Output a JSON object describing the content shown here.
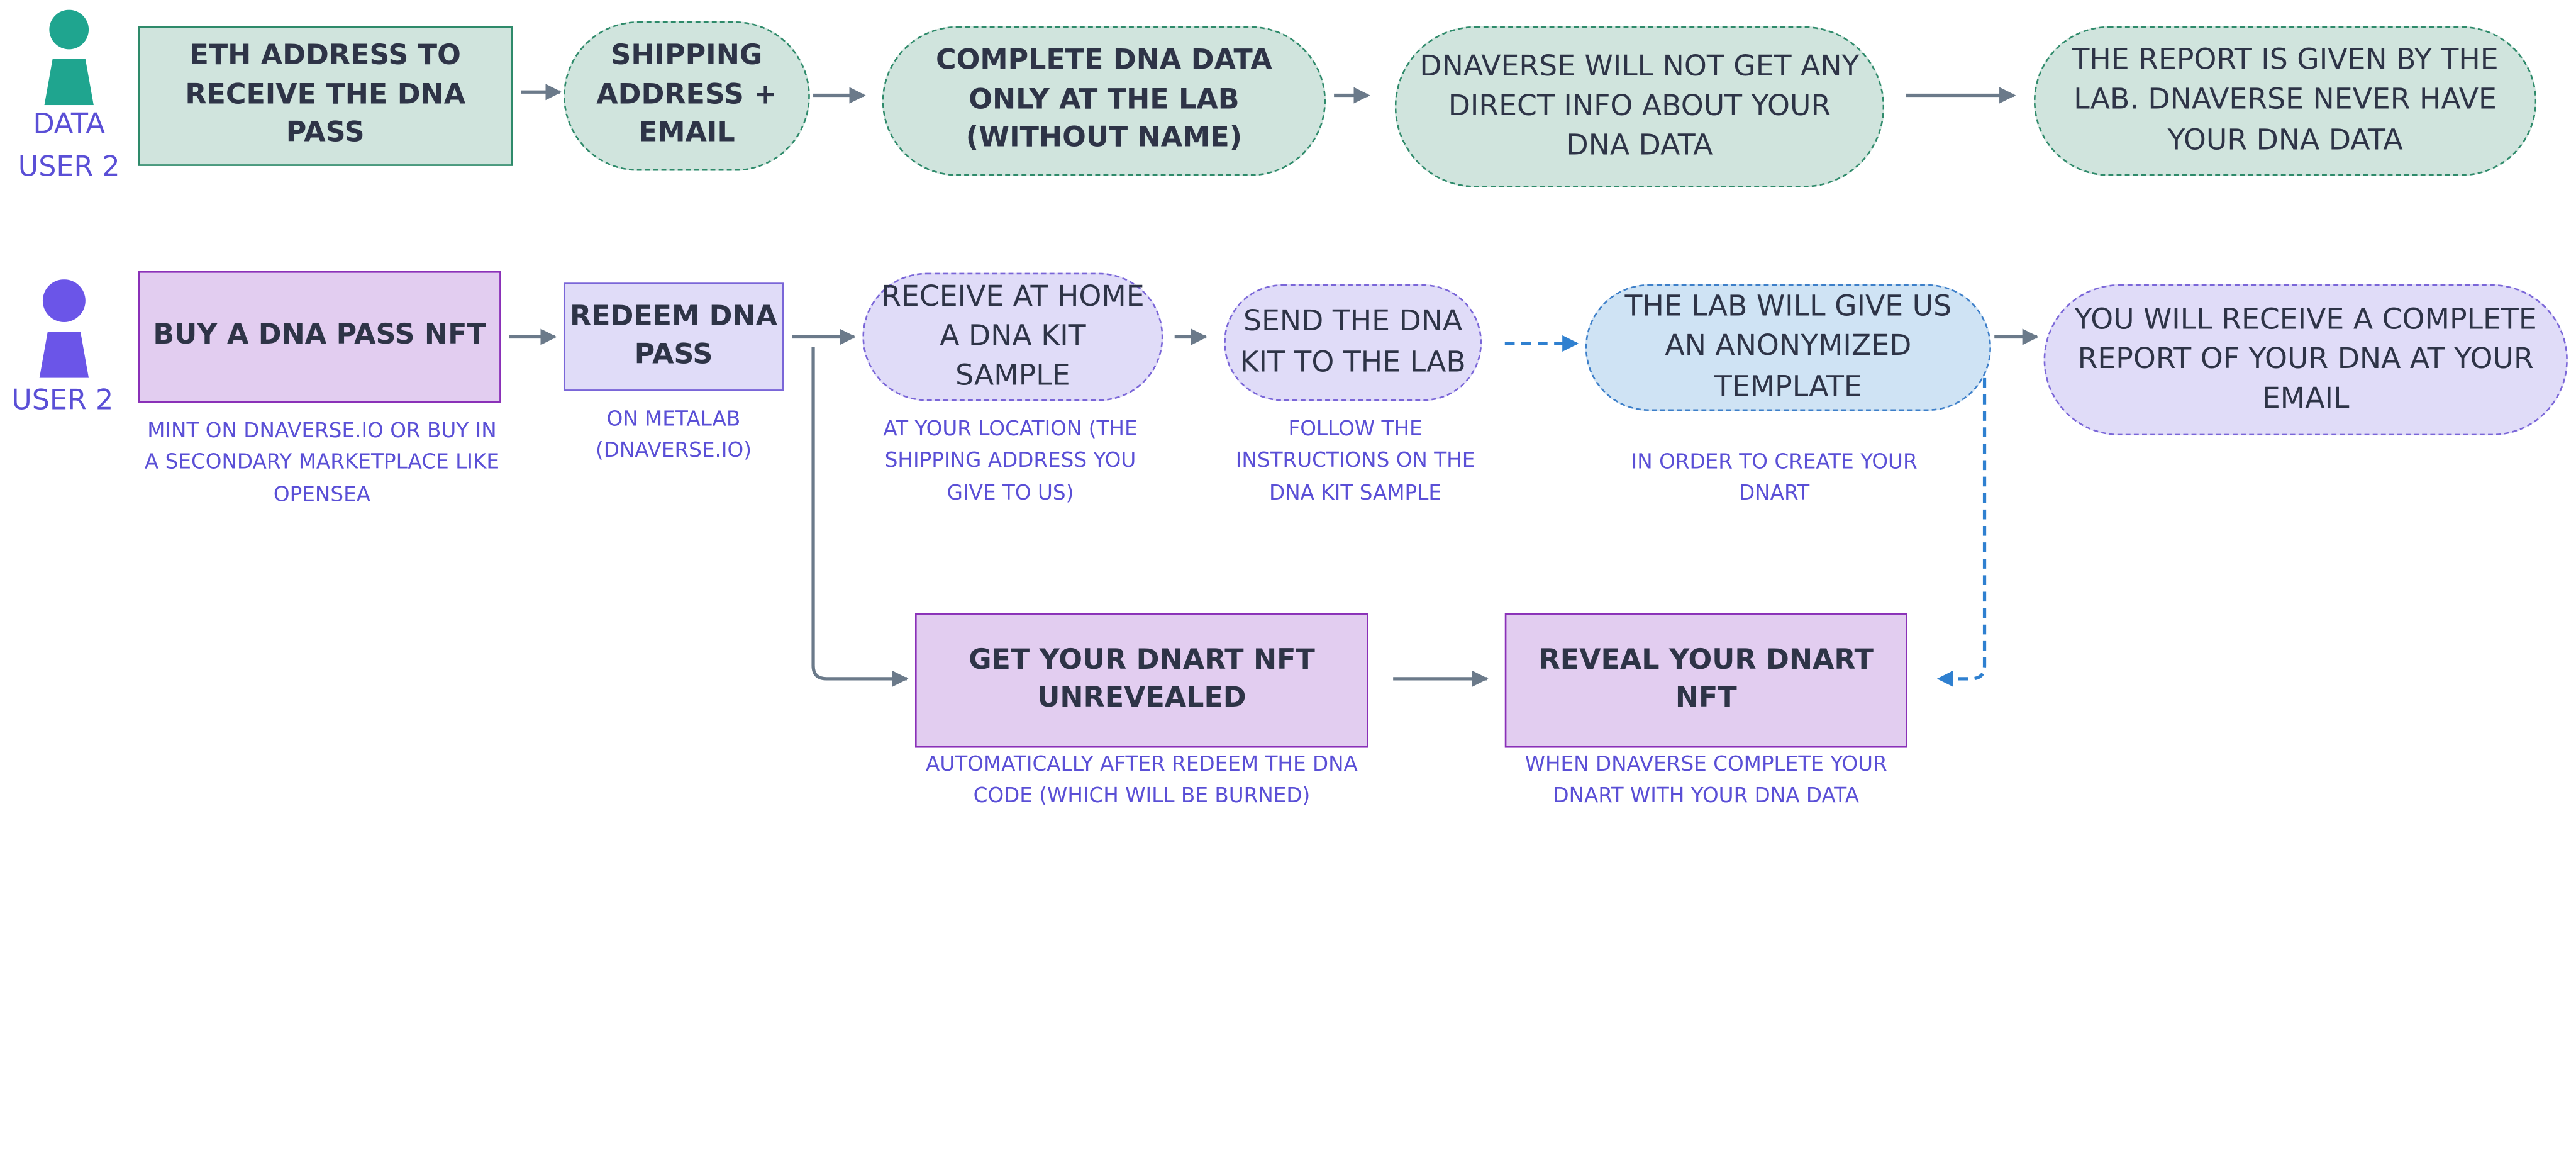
{
  "colors": {
    "teal": "#1fa58f",
    "violet": "#6b55e8",
    "note_text": "#5a4fd6",
    "arrow": "#6b7a8a",
    "dashed_link": "#2f80d0"
  },
  "lanes": {
    "data_lane": {
      "icon": "person-icon",
      "label_line1": "DATA",
      "label_line2": "USER 2",
      "steps": [
        "ETH ADDRESS TO RECEIVE THE DNA PASS",
        "SHIPPING ADDRESS + EMAIL",
        "COMPLETE DNA DATA ONLY AT THE LAB (WITHOUT NAME)",
        "DNAVERSE WILL NOT GET ANY DIRECT INFO ABOUT YOUR DNA DATA",
        "THE REPORT IS GIVEN BY THE LAB. DNAVERSE NEVER HAVE YOUR DNA DATA"
      ]
    },
    "user_lane": {
      "icon": "person-icon",
      "label": "USER 2",
      "steps": [
        {
          "text": "BUY A DNA PASS NFT",
          "note": "MINT ON DNAVERSE.IO OR BUY IN A SECONDARY MARKETPLACE LIKE OPENSEA"
        },
        {
          "text": "REDEEM DNA PASS",
          "note": "ON METALAB (DNAVERSE.IO)"
        },
        {
          "text": "RECEIVE AT HOME A DNA KIT SAMPLE",
          "note": "AT YOUR LOCATION (THE SHIPPING ADDRESS YOU GIVE TO US)"
        },
        {
          "text": "SEND THE DNA KIT TO THE LAB",
          "note": "FOLLOW THE INSTRUCTIONS ON THE DNA KIT SAMPLE"
        },
        {
          "text": "THE LAB WILL GIVE US AN ANONYMIZED TEMPLATE",
          "note": "IN ORDER TO CREATE YOUR DNART"
        },
        {
          "text": "YOU WILL RECEIVE A COMPLETE REPORT OF YOUR DNA AT YOUR EMAIL",
          "note": ""
        }
      ],
      "branch_steps": [
        {
          "text": "GET YOUR DNART NFT UNREVEALED",
          "note": "AUTOMATICALLY AFTER REDEEM THE DNA CODE (WHICH WILL BE BURNED)"
        },
        {
          "text": "REVEAL YOUR DNART NFT",
          "note": "WHEN DNAVERSE COMPLETE YOUR DNART WITH YOUR DNA DATA"
        }
      ]
    }
  }
}
